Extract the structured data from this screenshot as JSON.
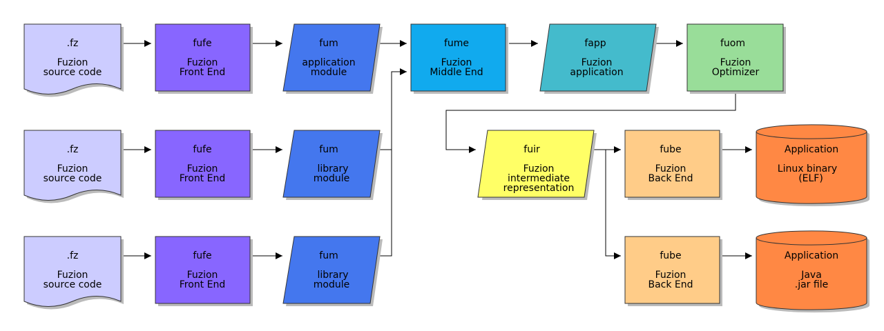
{
  "colors": {
    "source": "#CCCCFF",
    "frontend": "#8866FF",
    "module": "#4477EE",
    "middle": "#11AAEE",
    "app": "#44BBCC",
    "optimizer": "#99DD99",
    "ir": "#FFFF66",
    "backend": "#FFCC88",
    "target": "#FF8844",
    "shadow": "#BBBBBB"
  },
  "nodes": {
    "src1": {
      "title": ".fz",
      "l1": "Fuzion",
      "l2": "source code"
    },
    "fe1": {
      "title": "fufe",
      "l1": "Fuzion",
      "l2": "Front End"
    },
    "mod1": {
      "title": "fum",
      "l1": "application",
      "l2": "module"
    },
    "src2": {
      "title": ".fz",
      "l1": "Fuzion",
      "l2": "source code"
    },
    "fe2": {
      "title": "fufe",
      "l1": "Fuzion",
      "l2": "Front End"
    },
    "mod2": {
      "title": "fum",
      "l1": "library",
      "l2": "module"
    },
    "src3": {
      "title": ".fz",
      "l1": "Fuzion",
      "l2": "source code"
    },
    "fe3": {
      "title": "fufe",
      "l1": "Fuzion",
      "l2": "Front End"
    },
    "mod3": {
      "title": "fum",
      "l1": "library",
      "l2": "module"
    },
    "fume": {
      "title": "fume",
      "l1": "Fuzion",
      "l2": "Middle End"
    },
    "fapp": {
      "title": "fapp",
      "l1": "Fuzion",
      "l2": "application"
    },
    "fuom": {
      "title": "fuom",
      "l1": "Fuzion",
      "l2": "Optimizer"
    },
    "fuir": {
      "title": "fuir",
      "l1": "Fuzion",
      "l2": "intermediate",
      "l3": "representation"
    },
    "be1": {
      "title": "fube",
      "l1": "Fuzion",
      "l2": "Back End"
    },
    "be2": {
      "title": "fube",
      "l1": "Fuzion",
      "l2": "Back End"
    },
    "tgt1": {
      "title": "Application",
      "l1": "Linux binary",
      "l2": "(ELF)"
    },
    "tgt2": {
      "title": "Application",
      "l1": "Java",
      "l2": ".jar file"
    }
  }
}
